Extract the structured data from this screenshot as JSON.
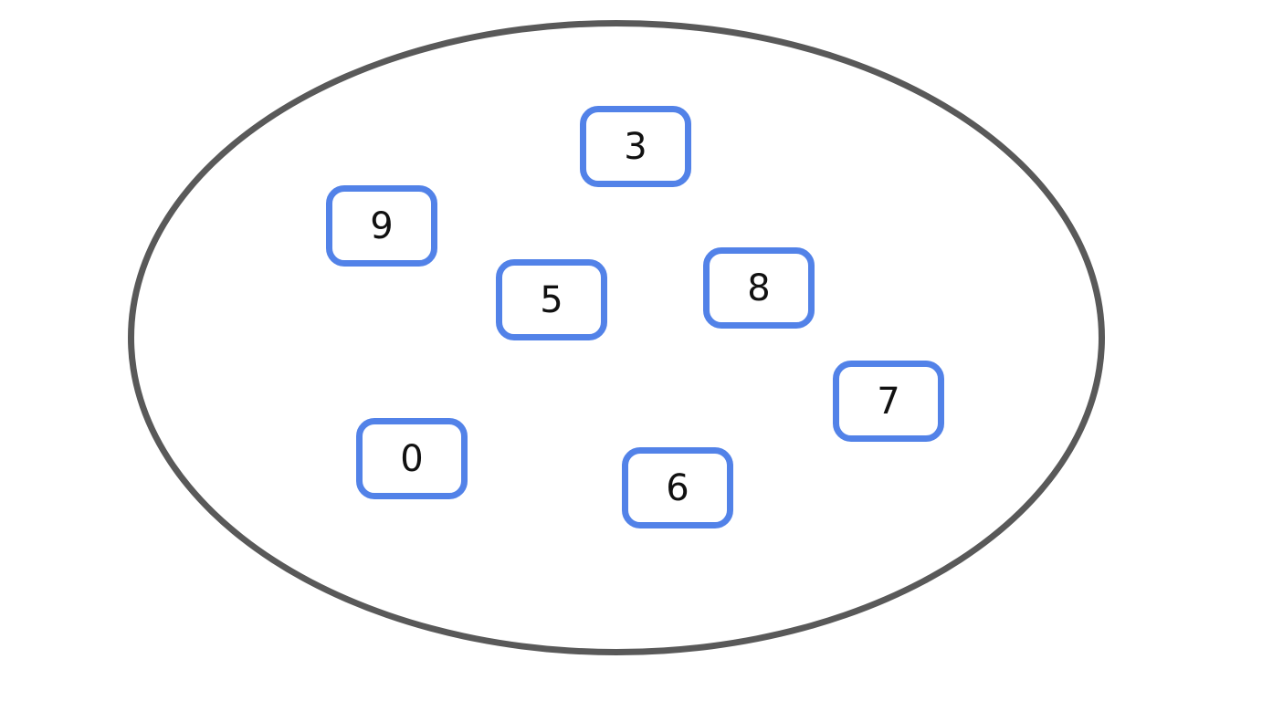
{
  "scene": {
    "description": "Set diagram: an ellipse containing seven number cards",
    "background_color": "#ffffff",
    "ellipse": {
      "shape": "ellipse",
      "stroke_color": "#595959",
      "fill_color": "#ffffff"
    },
    "card_style": {
      "border_color": "#5282E8",
      "fill_color": "#ffffff",
      "text_color": "#111111"
    }
  },
  "cards": [
    {
      "value": "3"
    },
    {
      "value": "9"
    },
    {
      "value": "5"
    },
    {
      "value": "8"
    },
    {
      "value": "7"
    },
    {
      "value": "0"
    },
    {
      "value": "6"
    }
  ]
}
